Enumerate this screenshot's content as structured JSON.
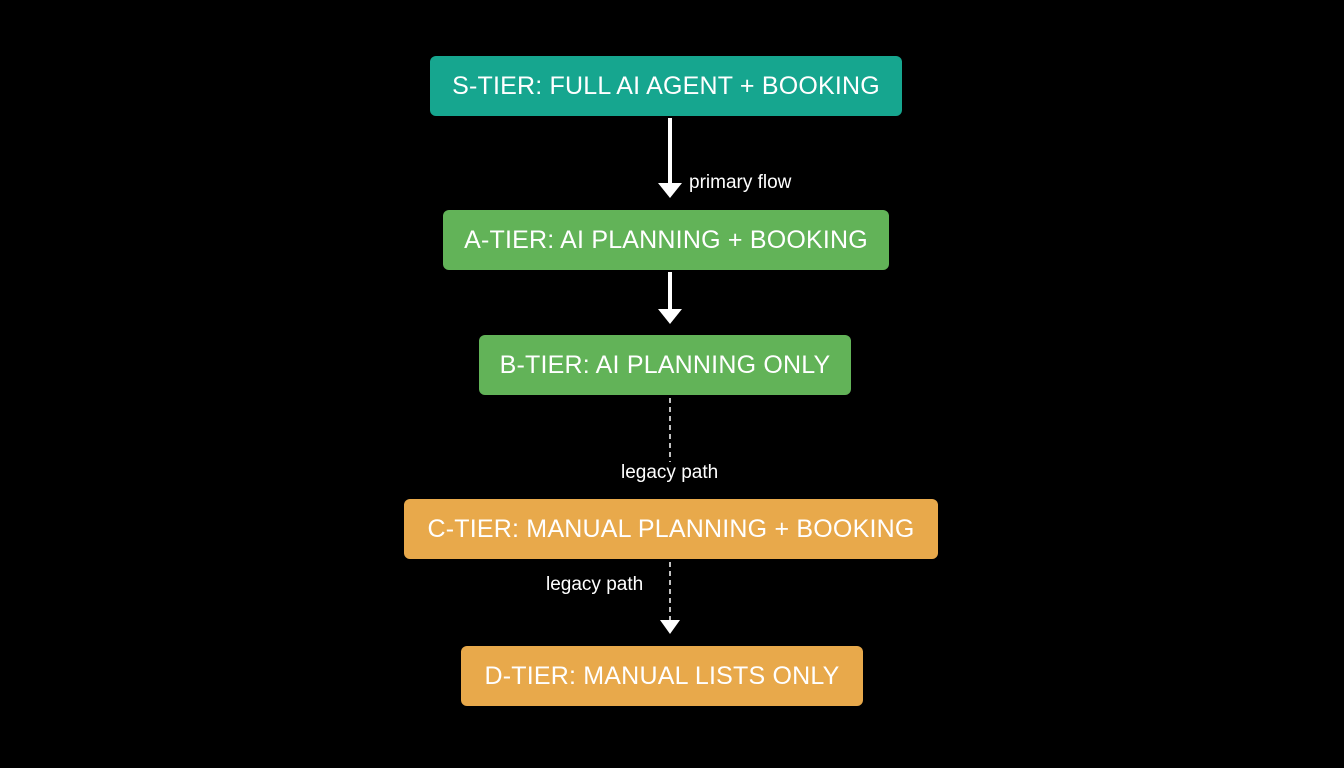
{
  "colors": {
    "background": "#000000",
    "tier_s": "#16a68f",
    "tier_ab": "#62b358",
    "tier_cd": "#e8a94b",
    "connector": "#ffffff"
  },
  "diagram": {
    "nodes": [
      {
        "id": "s",
        "label": "S-TIER: FULL AI AGENT + BOOKING",
        "color": "#16a68f"
      },
      {
        "id": "a",
        "label": "A-TIER: AI PLANNING + BOOKING",
        "color": "#62b358"
      },
      {
        "id": "b",
        "label": "B-TIER: AI PLANNING ONLY",
        "color": "#62b358"
      },
      {
        "id": "c",
        "label": "C-TIER: MANUAL PLANNING + BOOKING",
        "color": "#e8a94b"
      },
      {
        "id": "d",
        "label": "D-TIER: MANUAL LISTS ONLY",
        "color": "#e8a94b"
      }
    ],
    "edges": [
      {
        "from": "s",
        "to": "a",
        "style": "solid",
        "label": "primary flow"
      },
      {
        "from": "a",
        "to": "b",
        "style": "solid",
        "label": ""
      },
      {
        "from": "b",
        "to": "c",
        "style": "dashed",
        "label": "legacy path"
      },
      {
        "from": "c",
        "to": "d",
        "style": "dashed",
        "label": "legacy path"
      }
    ]
  }
}
